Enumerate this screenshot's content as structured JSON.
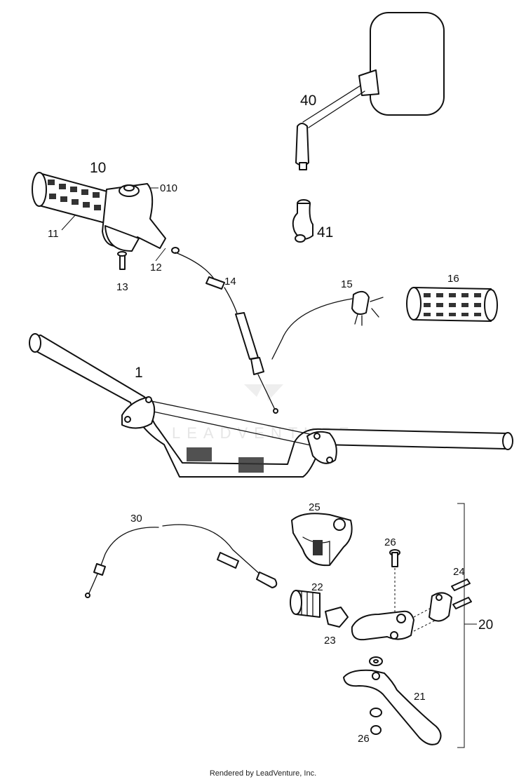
{
  "callouts": {
    "c1": "1",
    "c10": "10",
    "c010": "010",
    "c11": "11",
    "c12": "12",
    "c13": "13",
    "c14": "14",
    "c15": "15",
    "c16": "16",
    "c20": "20",
    "c21": "21",
    "c22": "22",
    "c23": "23",
    "c24": "24",
    "c25": "25",
    "c26a": "26",
    "c26b": "26",
    "c30": "30",
    "c40": "40",
    "c41": "41"
  },
  "watermark": "LEADVENTURE",
  "footer": "Rendered by LeadVenture, Inc."
}
